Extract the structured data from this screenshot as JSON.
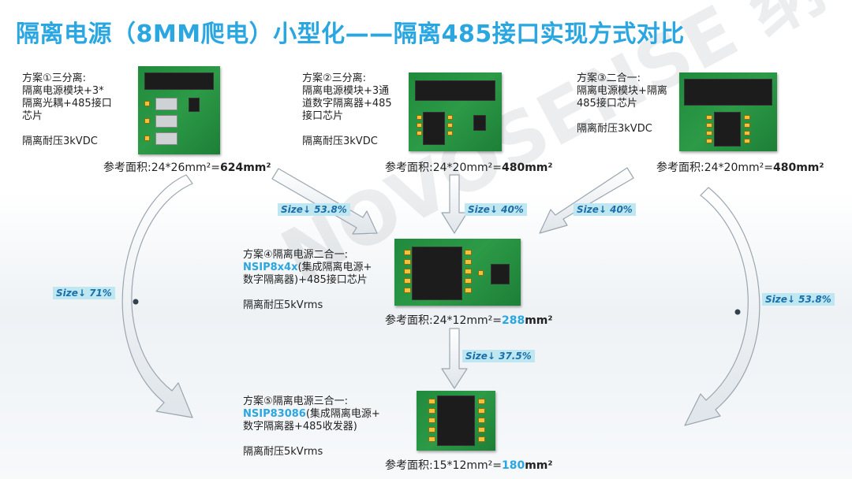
{
  "title": "隔离电源（8MM爬电）小型化——隔离485接口实现方式对比",
  "watermark": "NOVOSENSE 纳芯微电子",
  "colors": {
    "accent": "#2aa6e0",
    "badge_bg": "#bfe7f2",
    "badge_text": "#1b6fa8",
    "pcb": "#2c9a47"
  },
  "schemes": [
    {
      "id": 1,
      "lines": [
        "方案①三分离:",
        "隔离电源模块+3*",
        "隔离光耦+485接口",
        "芯片"
      ],
      "voltage": "隔离耐压3kVDC",
      "area_prefix": "参考面积:24*26mm²=",
      "area_value": "624mm²"
    },
    {
      "id": 2,
      "lines": [
        "方案②三分离:",
        "隔离电源模块+3通",
        "道数字隔离器+485",
        "接口芯片"
      ],
      "voltage": "隔离耐压3kVDC",
      "area_prefix": "参考面积:24*20mm²=",
      "area_value": "480mm²"
    },
    {
      "id": 3,
      "lines": [
        "方案③二合一:",
        "隔离电源模块+隔离",
        "485接口芯片"
      ],
      "voltage": "隔离耐压3kVDC",
      "area_prefix": "参考面积:24*20mm²=",
      "area_value": "480mm²"
    },
    {
      "id": 4,
      "line1": "方案④隔离电源二合一:",
      "part": "NSIP8x4x",
      "line2_rest": "(集成隔离电源+",
      "line3": "数字隔离器)+485接口芯片",
      "voltage": "隔离耐压5kVrms",
      "area_prefix": "参考面积:24*12mm²=",
      "area_value": "288",
      "area_unit": "mm²"
    },
    {
      "id": 5,
      "line1": "方案⑤隔离电源三合一:",
      "part": "NSIP83086",
      "line2_rest": "(集成隔离电源+",
      "line3": "数字隔离器+485收发器)",
      "voltage": "隔离耐压5kVrms",
      "area_prefix": "参考面积:15*12mm²=",
      "area_value": "180",
      "area_unit": "mm²"
    }
  ],
  "reductions": {
    "s1_to_s4": "Size↓ 53.8%",
    "s2_to_s4": "Size↓ 40%",
    "s3_to_s4": "Size↓ 40%",
    "s1_to_s5": "Size↓ 71%",
    "s4_to_s5": "Size↓ 37.5%",
    "s3_to_s5": "Size↓ 53.8%"
  }
}
